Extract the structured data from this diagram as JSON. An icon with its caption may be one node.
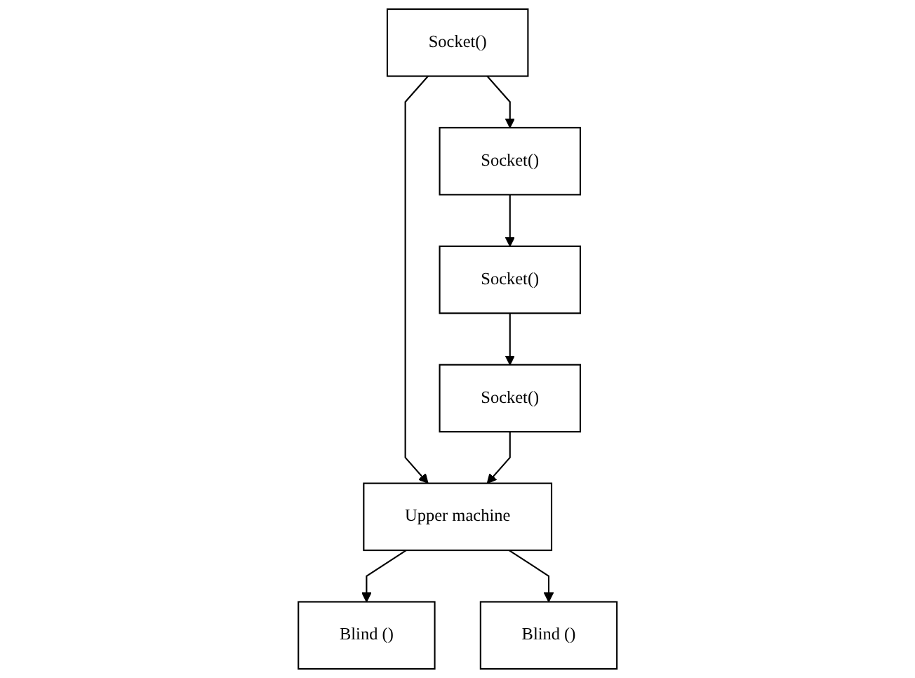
{
  "diagram": {
    "nodes": [
      {
        "text": [
          "Upper machine"
        ]
      },
      {
        "text": [
          "Socket()"
        ]
      },
      {
        "text": [
          "Blind ()"
        ]
      },
      {
        "text": [
          "Blind ()"
        ]
      },
      {
        "text": [
          "Socket()"
        ]
      },
      {
        "text": [
          "Socket()"
        ]
      },
      {
        "text": [
          "Socket()"
        ]
      }
    ],
    "edges": [
      {
        "from": 1,
        "to": 0,
        "arrow": "to"
      },
      {
        "from": 0,
        "to": 2,
        "arrow": "to"
      },
      {
        "from": 0,
        "to": 3,
        "arrow": "to"
      },
      {
        "from": 4,
        "to": 0,
        "arrow": "to"
      },
      {
        "from": 1,
        "to": 5,
        "arrow": "to"
      },
      {
        "from": 5,
        "to": 6,
        "arrow": "to"
      },
      {
        "from": 6,
        "to": 4,
        "arrow": "to"
      }
    ]
  }
}
